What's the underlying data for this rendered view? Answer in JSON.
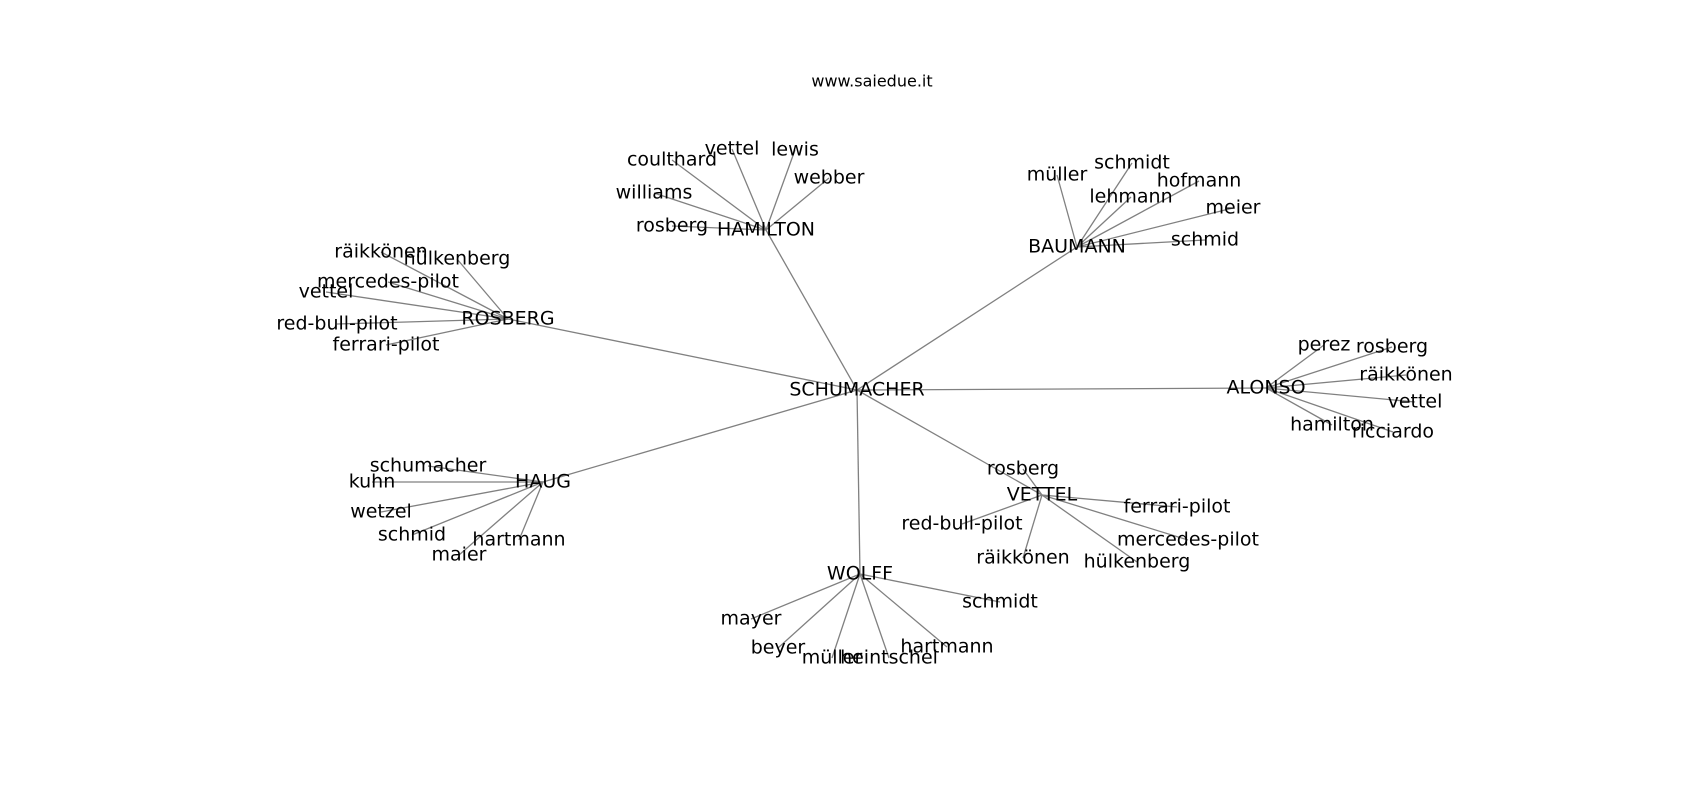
{
  "title": "www.saiedue.it",
  "center": "SCHUMACHER",
  "hubs": [
    {
      "id": "hamilton",
      "label": "HAMILTON",
      "leaves": [
        "coulthard",
        "vettel",
        "lewis",
        "webber",
        "williams",
        "rosberg"
      ]
    },
    {
      "id": "baumann",
      "label": "BAUMANN",
      "leaves": [
        "müller",
        "schmidt",
        "lehmann",
        "hofmann",
        "meier",
        "schmid"
      ]
    },
    {
      "id": "rosberg",
      "label": "ROSBERG",
      "leaves": [
        "räikkönen",
        "hülkenberg",
        "mercedes-pilot",
        "vettel",
        "red-bull-pilot",
        "ferrari-pilot"
      ]
    },
    {
      "id": "alonso",
      "label": "ALONSO",
      "leaves": [
        "perez",
        "rosberg",
        "räikkönen",
        "vettel",
        "hamilton",
        "ricciardo"
      ]
    },
    {
      "id": "haug",
      "label": "HAUG",
      "leaves": [
        "schumacher",
        "kuhn",
        "wetzel",
        "schmid",
        "hartmann",
        "maier"
      ]
    },
    {
      "id": "vettel",
      "label": "VETTEL",
      "leaves": [
        "rosberg",
        "ferrari-pilot",
        "red-bull-pilot",
        "mercedes-pilot",
        "räikkönen",
        "hülkenberg"
      ]
    },
    {
      "id": "wolff",
      "label": "WOLFF",
      "leaves": [
        "mayer",
        "schmidt",
        "beyer",
        "müller",
        "heintschel",
        "hartmann"
      ]
    }
  ]
}
